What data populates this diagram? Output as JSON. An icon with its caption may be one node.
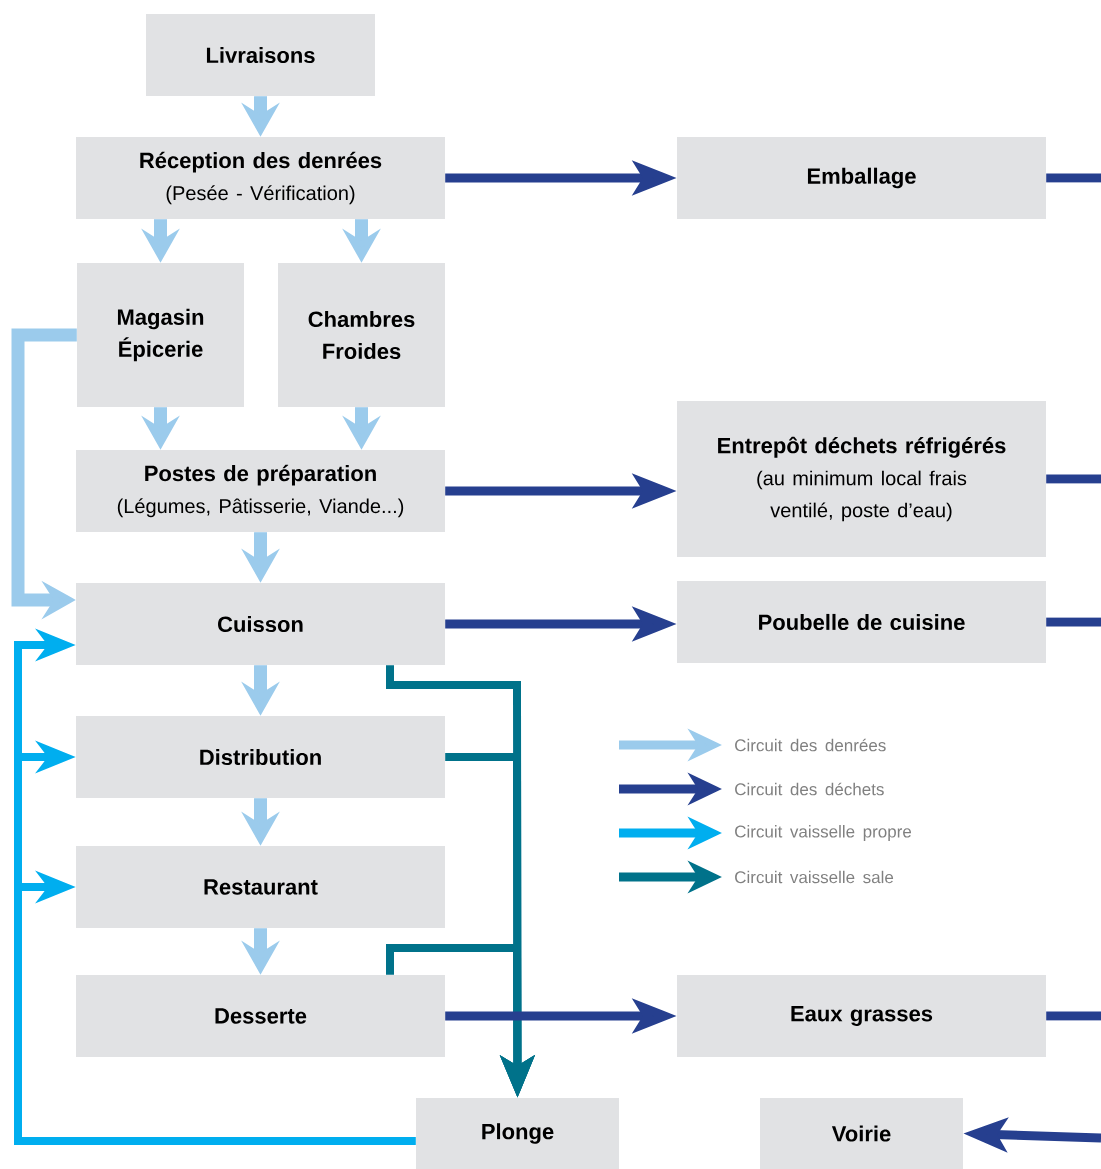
{
  "diagram": {
    "nodes": [
      {
        "text": [
          "Livraisons"
        ]
      },
      {
        "text": [
          "Réception des denrées",
          "(Pesée - Vérification)"
        ]
      },
      {
        "text": [
          "Emballage"
        ]
      },
      {
        "text": [
          "Magasin Épicerie"
        ]
      },
      {
        "text": [
          "Chambres Froides"
        ]
      },
      {
        "text": [
          "Entrepôt déchets réfrigérés",
          "(au minimum local frais ventilé, poste d’eau)"
        ]
      },
      {
        "text": [
          "Postes de préparation",
          "(Légumes, Pâtisserie, Viande...)"
        ]
      },
      {
        "text": [
          "Cuisson"
        ]
      },
      {
        "text": [
          "Poubelle de cuisine"
        ]
      },
      {
        "text": [
          "Distribution"
        ]
      },
      {
        "text": [
          "Restaurant"
        ]
      },
      {
        "text": [
          "Desserte"
        ]
      },
      {
        "text": [
          "Eaux grasses"
        ]
      },
      {
        "text": [
          "Plonge"
        ]
      },
      {
        "text": [
          "Voirie"
        ]
      }
    ],
    "edges": [
      {
        "from": 0,
        "to": 1,
        "arrow": "to",
        "color": "#9bcbec"
      },
      {
        "from": 1,
        "to": 3,
        "arrow": "to",
        "color": "#9bcbec"
      },
      {
        "from": 1,
        "to": 4,
        "arrow": "to",
        "color": "#9bcbec"
      },
      {
        "from": 3,
        "to": 6,
        "arrow": "to",
        "color": "#9bcbec"
      },
      {
        "from": 4,
        "to": 6,
        "arrow": "to",
        "color": "#9bcbec"
      },
      {
        "from": 3,
        "to": 7,
        "arrow": "to",
        "color": "#9bcbec"
      },
      {
        "from": 6,
        "to": 7,
        "arrow": "to",
        "color": "#9bcbec"
      },
      {
        "from": 7,
        "to": 9,
        "arrow": "to",
        "color": "#9bcbec"
      },
      {
        "from": 9,
        "to": 10,
        "arrow": "to",
        "color": "#9bcbec"
      },
      {
        "from": 10,
        "to": 11,
        "arrow": "to",
        "color": "#9bcbec"
      },
      {
        "from": 1,
        "to": 2,
        "arrow": "to",
        "color": "#263f8f"
      },
      {
        "from": 6,
        "to": 5,
        "arrow": "to",
        "color": "#263f8f"
      },
      {
        "from": 7,
        "to": 8,
        "arrow": "to",
        "color": "#263f8f"
      },
      {
        "from": 11,
        "to": 12,
        "arrow": "to",
        "color": "#263f8f"
      },
      {
        "from": 2,
        "to": null,
        "arrow": "none",
        "color": "#263f8f"
      },
      {
        "from": 5,
        "to": null,
        "arrow": "none",
        "color": "#263f8f"
      },
      {
        "from": 8,
        "to": null,
        "arrow": "none",
        "color": "#263f8f"
      },
      {
        "from": 12,
        "to": null,
        "arrow": "none",
        "color": "#263f8f"
      },
      {
        "from": null,
        "to": 14,
        "arrow": "to",
        "color": "#263f8f"
      },
      {
        "from": 13,
        "to": 7,
        "arrow": "to",
        "color": "#00aeef"
      },
      {
        "from": 13,
        "to": 9,
        "arrow": "to",
        "color": "#00aeef"
      },
      {
        "from": 13,
        "to": 10,
        "arrow": "to",
        "color": "#00aeef"
      },
      {
        "from": 7,
        "to": 13,
        "arrow": "to",
        "color": "#00728a"
      },
      {
        "from": 9,
        "to": 13,
        "arrow": "to",
        "color": "#00728a"
      },
      {
        "from": 11,
        "to": 13,
        "arrow": "to",
        "color": "#00728a"
      }
    ],
    "legend": [
      {
        "text": "Circuit des denrées",
        "color": "#9bcbec"
      },
      {
        "text": "Circuit des déchets",
        "color": "#263f8f"
      },
      {
        "text": "Circuit vaisselle propre",
        "color": "#00aeef"
      },
      {
        "text": "Circuit vaisselle sale",
        "color": "#00728a"
      }
    ]
  }
}
